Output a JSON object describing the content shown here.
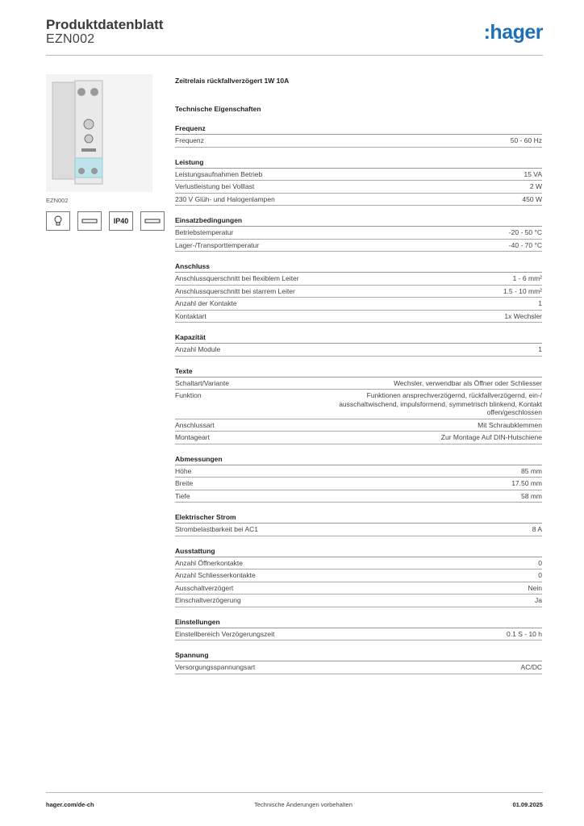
{
  "header": {
    "title": "Produktdatenblatt",
    "code": "EZN002",
    "logo": ":hager"
  },
  "product": {
    "image_caption": "EZN002",
    "title": "Zeitrelais rückfallverzögert 1W 10A",
    "tech_heading": "Technische Eigenschaften",
    "icons": [
      {
        "name": "lamp-icon",
        "label": ""
      },
      {
        "name": "din-rail-icon",
        "label": ""
      },
      {
        "name": "ip-rating-badge",
        "label": "IP40"
      },
      {
        "name": "din-rail-icon",
        "label": ""
      }
    ]
  },
  "sections": [
    {
      "heading": "Frequenz",
      "rows": [
        [
          "Frequenz",
          "50 - 60 Hz"
        ]
      ]
    },
    {
      "heading": "Leistung",
      "rows": [
        [
          "Leistungsaufnahmen Betrieb",
          "15 VA"
        ],
        [
          "Verlustleistung bei Volllast",
          "2 W"
        ],
        [
          "230 V Glüh- und Halogenlampen",
          "450 W"
        ]
      ]
    },
    {
      "heading": "Einsatzbedingungen",
      "rows": [
        [
          "Betriebstemperatur",
          "-20 - 50 °C"
        ],
        [
          "Lager-/Transporttemperatur",
          "-40 - 70 °C"
        ]
      ]
    },
    {
      "heading": "Anschluss",
      "rows": [
        [
          "Anschlussquerschnitt bei flexiblem Leiter",
          "1 - 6 mm²"
        ],
        [
          "Anschlussquerschnitt bei starrem Leiter",
          "1.5 - 10 mm²"
        ],
        [
          "Anzahl der Kontakte",
          "1"
        ],
        [
          "Kontaktart",
          "1x Wechsler"
        ]
      ]
    },
    {
      "heading": "Kapazität",
      "rows": [
        [
          "Anzahl Module",
          "1"
        ]
      ]
    },
    {
      "heading": "Texte",
      "rows": [
        [
          "Schaltart/Variante",
          "Wechsler, verwendbar als Öffner oder Schliesser"
        ],
        [
          "Funktion",
          "Funktionen ansprechverzögernd, rückfallverzögernd, ein-/ ausschaltwischend, impulsformend, symmetrisch blinkend, Kontakt offen/geschlossen"
        ],
        [
          "Anschlussart",
          "Mit Schraubklemmen"
        ],
        [
          "Montageart",
          "Zur Montage Auf DIN-Hutschiene"
        ]
      ]
    },
    {
      "heading": "Abmessungen",
      "rows": [
        [
          "Höhe",
          "85 mm"
        ],
        [
          "Breite",
          "17.50 mm"
        ],
        [
          "Tiefe",
          "58 mm"
        ]
      ]
    },
    {
      "heading": "Elektrischer Strom",
      "rows": [
        [
          "Strombelastbarkeit bei AC1",
          "8 A"
        ]
      ]
    },
    {
      "heading": "Ausstattung",
      "rows": [
        [
          "Anzahl Öffnerkontakte",
          "0"
        ],
        [
          "Anzahl Schliesserkontakte",
          "0"
        ],
        [
          "Ausschaltverzögert",
          "Nein"
        ],
        [
          "Einschaltverzögerung",
          "Ja"
        ]
      ]
    },
    {
      "heading": "Einstellungen",
      "rows": [
        [
          "Einstellbereich Verzögerungszeit",
          "0.1 S - 10 h"
        ]
      ]
    },
    {
      "heading": "Spannung",
      "rows": [
        [
          "Versorgungsspannungsart",
          "AC/DC"
        ]
      ]
    }
  ],
  "footer": {
    "left": "hager.com/de-ch",
    "center": "Technische Änderungen vorbehalten",
    "right": "01.09.2025"
  },
  "colors": {
    "brand": "#1d70b7"
  }
}
